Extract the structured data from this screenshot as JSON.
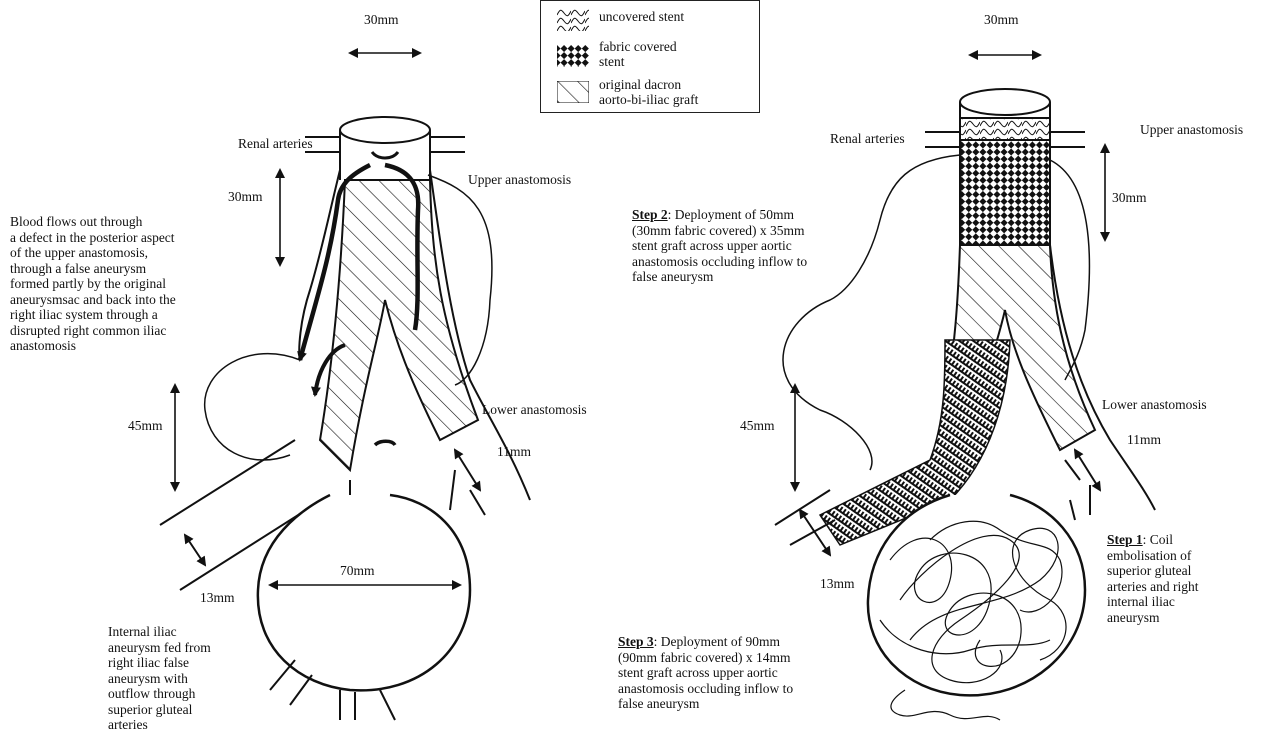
{
  "legend": {
    "items": [
      {
        "label": "uncovered stent",
        "icon": "zigzag-pattern-icon"
      },
      {
        "label": "fabric covered\nstent",
        "icon": "crosshatch-pattern-icon"
      },
      {
        "label": "original dacron\naorto-bi-iliac graft",
        "icon": "diagonal-hatch-pattern-icon"
      }
    ]
  },
  "left": {
    "dim_top": "30mm",
    "renal": "Renal arteries",
    "upper_anastomosis": "Upper anastomosis",
    "dim_upper": "30mm",
    "blood_flow": "Blood flows out through\na defect in the posterior aspect\nof the upper anastomosis,\nthrough a false aneurysm\nformed partly by the original\naneurysmsac and back into the\nright iliac system through a\ndisrupted right common iliac\nanastomosis",
    "dim_45": "45mm",
    "lower_anastomosis": "Lower anastomosis",
    "dim_11": "11mm",
    "dim_70": "70mm",
    "dim_13": "13mm",
    "internal_iliac": "Internal iliac\naneurysm fed from\nright iliac false\naneurysm with\noutflow through\nsuperior gluteal\narteries"
  },
  "right": {
    "dim_top": "30mm",
    "renal": "Renal arteries",
    "upper_anastomosis": "Upper anastomosis",
    "dim_upper": "30mm",
    "step2_title": "Step 2",
    "step2_text": ": Deployment of 50mm\n(30mm fabric covered) x 35mm\nstent graft across upper aortic\nanastomosis occluding inflow to\nfalse aneurysm",
    "dim_45": "45mm",
    "lower_anastomosis": "Lower anastomosis",
    "dim_11": "11mm",
    "dim_13": "13mm",
    "step1_title": "Step 1",
    "step1_text": ": Coil\nembolisation of\nsuperior gluteal\narteries and right\ninternal iliac\naneurysm",
    "step3_title": "Step 3",
    "step3_text": ": Deployment of 90mm\n(90mm fabric covered) x 14mm\nstent graft across upper aortic\nanastomosis occluding inflow to\nfalse aneurysm"
  }
}
